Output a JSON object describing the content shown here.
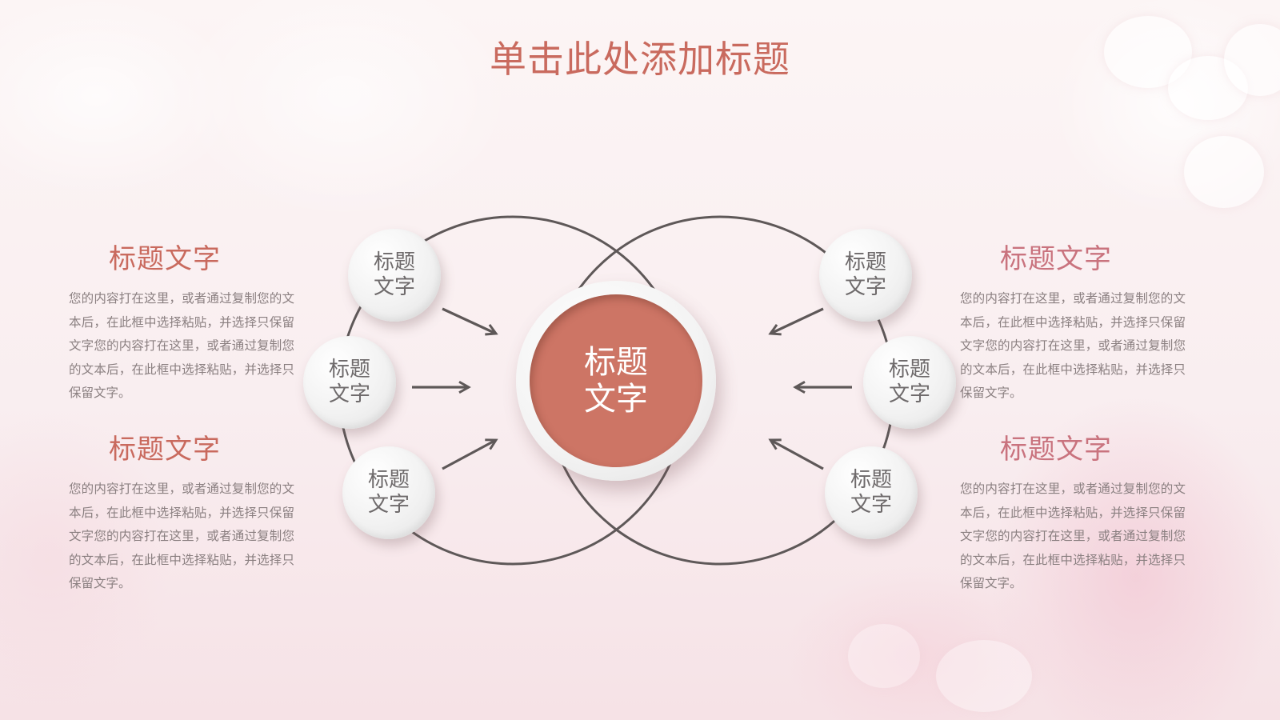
{
  "slide": {
    "title": "单击此处添加标题",
    "colors": {
      "title": "#c96a5e",
      "center_fill": "#cd7565",
      "line": "#5e5858",
      "body_text": "#8a7f80",
      "heading_left": "#c96a5e",
      "heading_right": "#c9737e"
    }
  },
  "left_blocks": [
    {
      "heading": "标题文字",
      "body": "您的内容打在这里，或者通过复制您的文本后，在此框中选择粘贴，并选择只保留文字您的内容打在这里，或者通过复制您的文本后，在此框中选择粘贴，并选择只保留文字。"
    },
    {
      "heading": "标题文字",
      "body": "您的内容打在这里，或者通过复制您的文本后，在此框中选择粘贴，并选择只保留文字您的内容打在这里，或者通过复制您的文本后，在此框中选择粘贴，并选择只保留文字。"
    }
  ],
  "right_blocks": [
    {
      "heading": "标题文字",
      "body": "您的内容打在这里，或者通过复制您的文本后，在此框中选择粘贴，并选择只保留文字您的内容打在这里，或者通过复制您的文本后，在此框中选择粘贴，并选择只保留文字。"
    },
    {
      "heading": "标题文字",
      "body": "您的内容打在这里，或者通过复制您的文本后，在此框中选择粘贴，并选择只保留文字您的内容打在这里，或者通过复制您的文本后，在此框中选择粘贴，并选择只保留文字。"
    }
  ],
  "diagram": {
    "center": {
      "line1": "标题",
      "line2": "文字"
    },
    "left_nodes": [
      {
        "line1": "标题",
        "line2": "文字"
      },
      {
        "line1": "标题",
        "line2": "文字"
      },
      {
        "line1": "标题",
        "line2": "文字"
      }
    ],
    "right_nodes": [
      {
        "line1": "标题",
        "line2": "文字"
      },
      {
        "line1": "标题",
        "line2": "文字"
      },
      {
        "line1": "标题",
        "line2": "文字"
      }
    ],
    "arrows": [
      "arrow-right-down",
      "arrow-right",
      "arrow-right-up",
      "arrow-left-down",
      "arrow-left",
      "arrow-left-up"
    ]
  }
}
